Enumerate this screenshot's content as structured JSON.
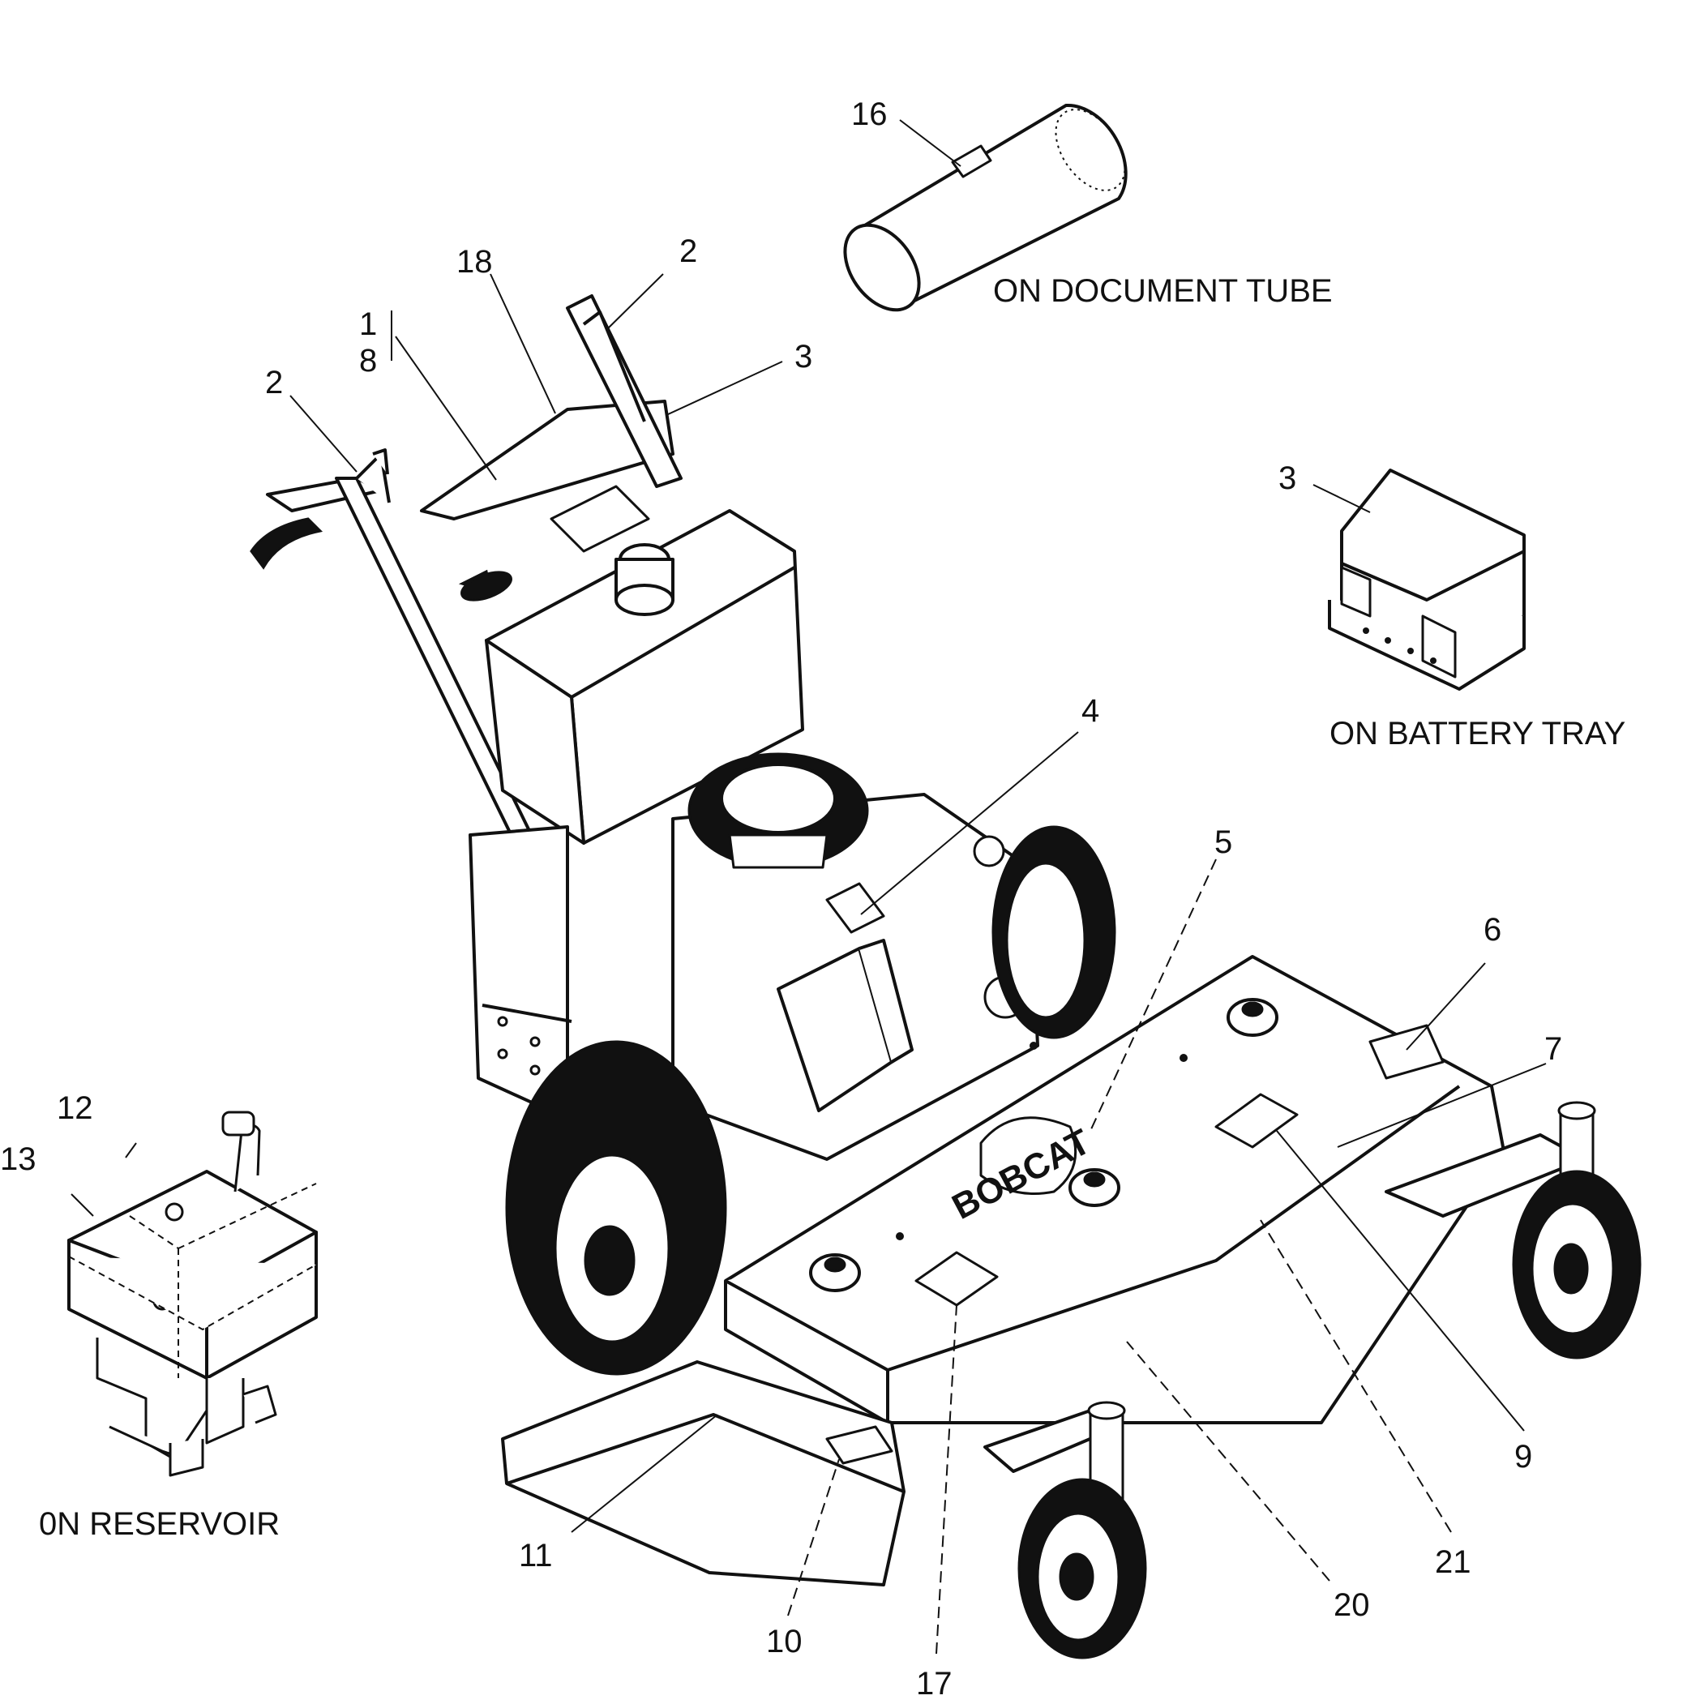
{
  "diagram": {
    "callouts": [
      "16",
      "2",
      "18",
      "1",
      "8",
      "2",
      "3",
      "3",
      "4",
      "5",
      "6",
      "7",
      "12",
      "13",
      "9",
      "11",
      "21",
      "20",
      "10",
      "17"
    ],
    "captions": {
      "document_tube": "ON DOCUMENT TUBE",
      "battery_tray": "ON BATTERY TRAY",
      "reservoir": "0N RESERVOIR"
    },
    "brand_decal": "BOBCAT"
  }
}
